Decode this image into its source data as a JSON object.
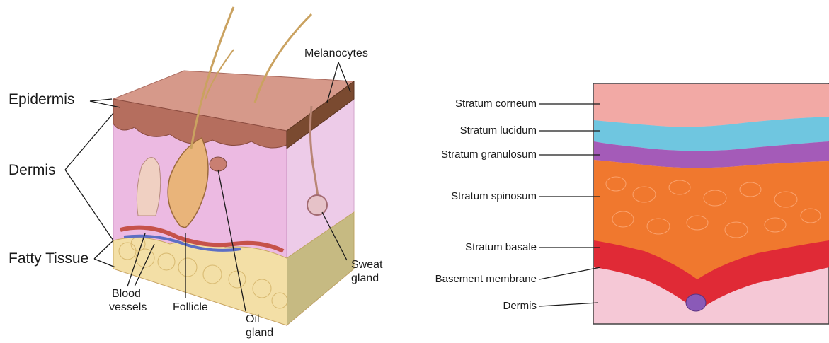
{
  "left_diagram": {
    "labels": {
      "epidermis": "Epidermis",
      "dermis": "Dermis",
      "fatty_tissue": "Fatty Tissue",
      "melanocytes": "Melanocytes",
      "blood_vessels_1": "Blood",
      "blood_vessels_2": "vessels",
      "follicle": "Follicle",
      "oil_gland_1": "Oil",
      "oil_gland_2": "gland",
      "sweat_gland_1": "Sweat",
      "sweat_gland_2": "gland"
    }
  },
  "right_diagram": {
    "layers": [
      "Stratum corneum",
      "Stratum lucidum",
      "Stratum granulosum",
      "Stratum spinosum",
      "Stratum basale",
      "Basement membrane",
      "Dermis"
    ]
  },
  "colors": {
    "epidermis_top": "#c98a78",
    "dermis_pink": "#eab3df",
    "fat_yellow": "#f3dfa6",
    "corneum": "#f2a9a5",
    "lucidum": "#6fc6e0",
    "granulosum": "#a45bb8",
    "spinosum": "#f0782e",
    "basale": "#e02a36",
    "dermis_right": "#f5c8d6"
  }
}
